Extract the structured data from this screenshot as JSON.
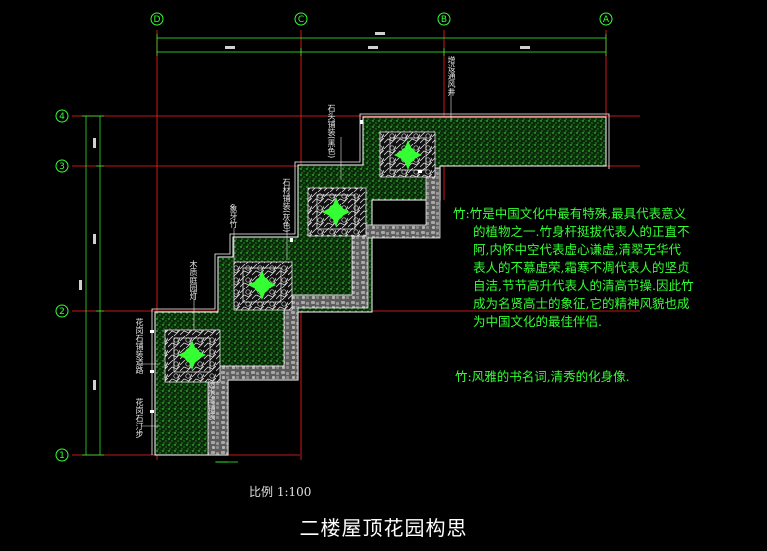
{
  "grid": {
    "columns": [
      "D",
      "C",
      "B",
      "A"
    ],
    "rows": [
      "4",
      "3",
      "2",
      "1"
    ]
  },
  "labels": {
    "top_right": "增设通风井",
    "c_step": "石头铺装(黑色)",
    "c_low": "石材铺装(灰色)",
    "bamboo": "象牙竹",
    "lamp": "木质庭园灯",
    "path_left": "透水砖铺装",
    "left_mid": "花岗石铺装道路",
    "left_low": "花岗石汀步"
  },
  "notes": {
    "main_first": "竹:竹是中国文化中最有特殊,最具代表意义",
    "main_lines": [
      "的植物之一.竹身杆挺拔代表人的正直不",
      "阿,内怀中空代表虚心谦虚,清翠无华代",
      "表人的不慕虚荣,霜寒不凋代表人的坚贞",
      "自洁,节节高升代表人的清高节操.因此竹",
      "成为名贤高士的象征,它的精神风貌也成",
      "为中国文化的最佳伴侣."
    ],
    "second": "竹:风雅的书名词,清秀的化身像."
  },
  "scale": "比例 1:100",
  "title": "二楼屋顶花园构思",
  "colors": {
    "grid_red": "#ff2020",
    "dim_green": "#33ff33",
    "outline_white": "#ffffff",
    "text_green": "#33ff33",
    "paving_gray": "#8a8a8a"
  }
}
